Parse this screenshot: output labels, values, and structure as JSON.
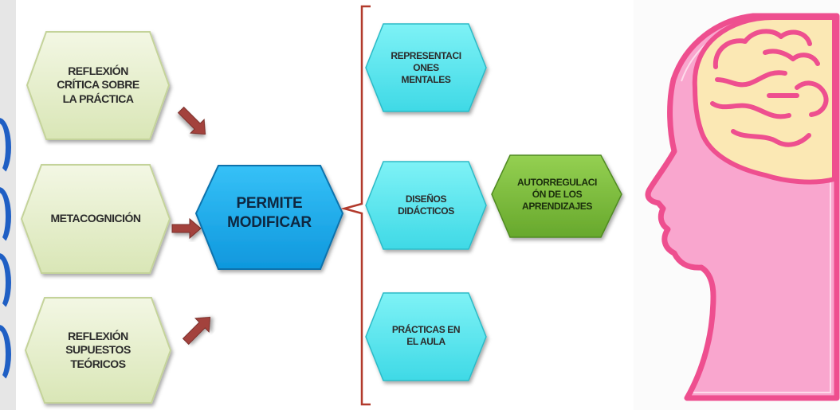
{
  "left_boxes": [
    {
      "label": "REFLEXIÓN\nCRÍTICA SOBRE\nLA PRÁCTICA"
    },
    {
      "label": "METACOGNICIÓN"
    },
    {
      "label": "REFLEXIÓN\nSUPUESTOS\nTEÓRICOS"
    }
  ],
  "center_box": {
    "label": "PERMITE\nMODIFICAR"
  },
  "middle_boxes": [
    {
      "label": "REPRESENTACI\nONES\nMENTALES"
    },
    {
      "label": "DISEÑOS\nDIDÁCTICOS"
    },
    {
      "label": "PRÁCTICAS EN\nEL AULA"
    }
  ],
  "outcome_box": {
    "label": "AUTORREGULACI\nÓN DE LOS\nAPRENDIZAJES"
  },
  "colors": {
    "left_fill": "#e6efcd",
    "center_fill": "#12a8ec",
    "middle_fill": "#5ae8ef",
    "outcome_fill": "#7fbf3c",
    "arrow": "#a3433c",
    "bracket": "#b23a2c",
    "head_fill": "#f9a6ce",
    "head_stroke": "#ee4f8f",
    "brain_fill": "#fbe8b4"
  }
}
